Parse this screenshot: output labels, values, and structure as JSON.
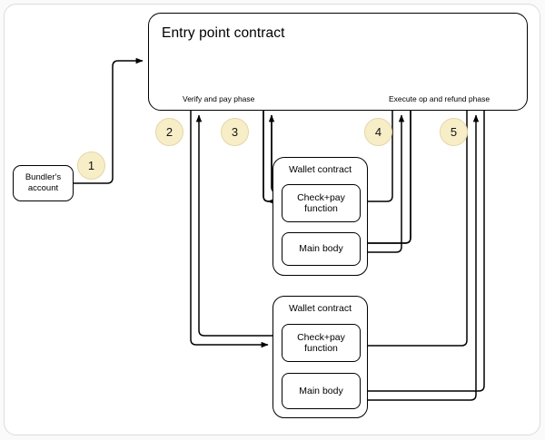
{
  "diagram": {
    "title_node": {
      "label": "Entry point contract"
    },
    "phases": [
      {
        "id": "verify",
        "label": "Verify and pay phase"
      },
      {
        "id": "execute",
        "label": "Execute op and refund phase"
      }
    ],
    "bundler": {
      "label": "Bundler's\naccount",
      "line1": "Bundler's",
      "line2": "account"
    },
    "wallets": [
      {
        "title": "Wallet contract",
        "functions": [
          {
            "line1": "Check+pay",
            "line2": "function"
          },
          {
            "line1": "Main body",
            "line2": ""
          }
        ]
      },
      {
        "title": "Wallet contract",
        "functions": [
          {
            "line1": "Check+pay",
            "line2": "function"
          },
          {
            "line1": "Main body",
            "line2": ""
          }
        ]
      }
    ],
    "step_markers": [
      {
        "number": "1"
      },
      {
        "number": "2"
      },
      {
        "number": "3"
      },
      {
        "number": "4"
      },
      {
        "number": "5"
      }
    ],
    "colors": {
      "marker_fill": "#f7eec8",
      "marker_border": "#e3d6a6",
      "stroke": "#000000",
      "card_background": "#ffffff",
      "page_background": "#fafafa",
      "card_border": "#dcdcdc"
    }
  }
}
